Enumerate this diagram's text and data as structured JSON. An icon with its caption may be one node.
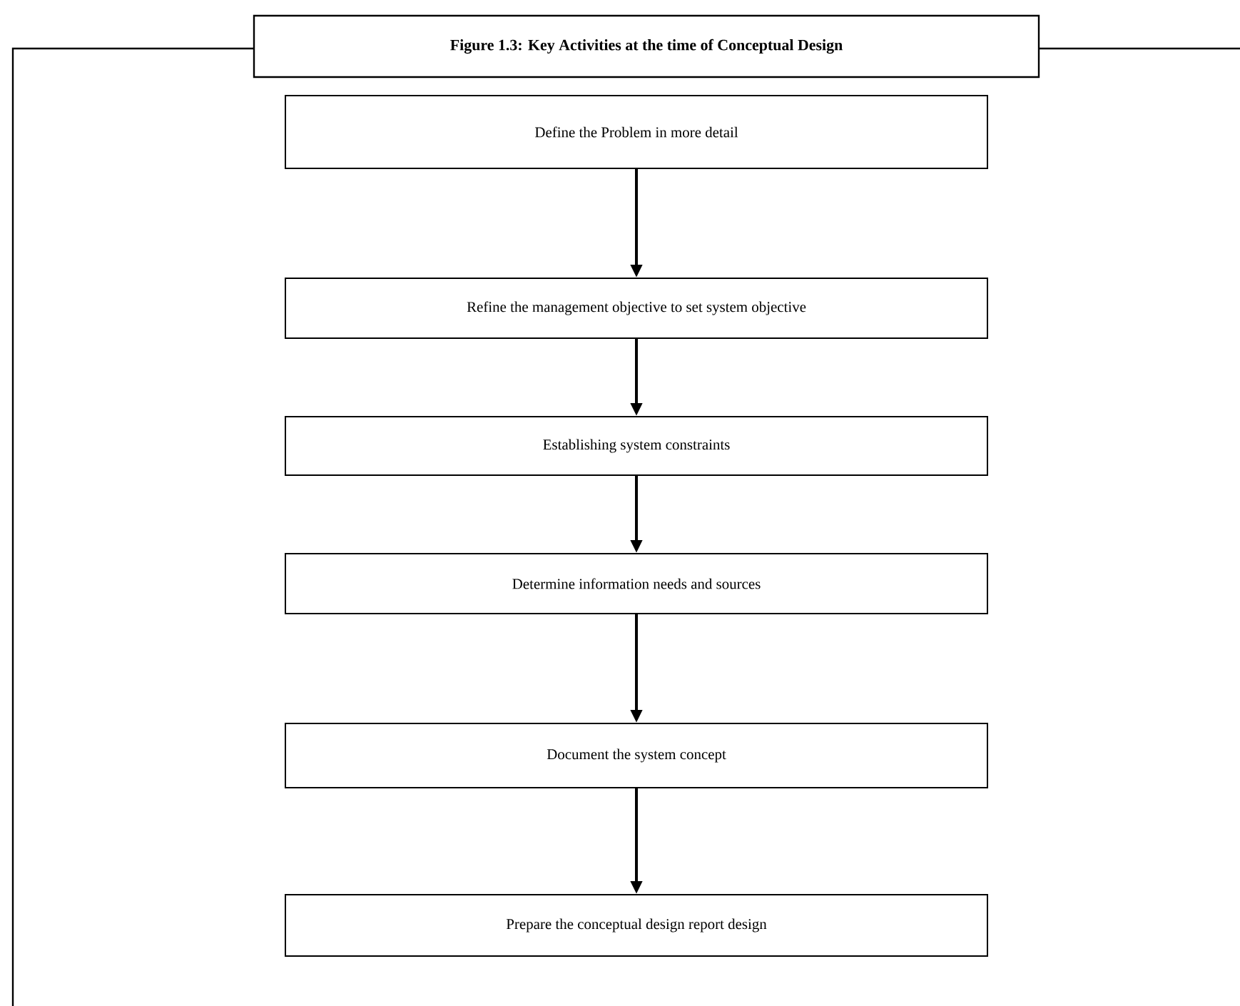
{
  "diagram": {
    "title": "Figure 1.3: Key Activities at the time of Conceptual Design",
    "nodes": [
      {
        "text": [
          "Define the Problem in more detail"
        ]
      },
      {
        "text": [
          "Refine the management objective to set system objective"
        ]
      },
      {
        "text": [
          "Establishing system constraints"
        ]
      },
      {
        "text": [
          "Determine information needs and sources"
        ]
      },
      {
        "text": [
          "Document the system concept"
        ]
      },
      {
        "text": [
          "Prepare the conceptual design report design"
        ]
      }
    ],
    "edges": [
      {
        "from": 0,
        "to": 1,
        "arrow": "to"
      },
      {
        "from": 1,
        "to": 2,
        "arrow": "to"
      },
      {
        "from": 2,
        "to": 3,
        "arrow": "to"
      },
      {
        "from": 3,
        "to": 4,
        "arrow": "to"
      },
      {
        "from": 4,
        "to": 5,
        "arrow": "to"
      }
    ]
  }
}
